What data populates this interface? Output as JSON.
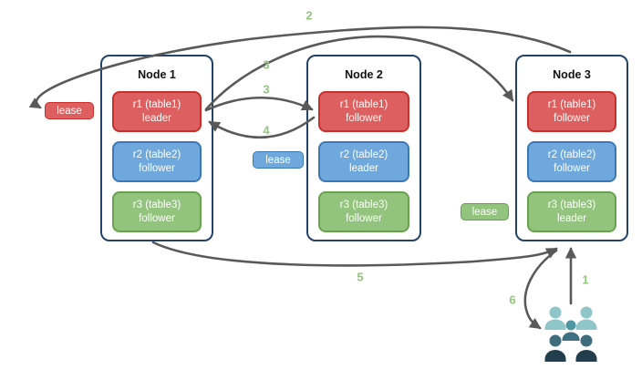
{
  "nodes": [
    {
      "title": "Node 1",
      "replicas": [
        {
          "name": "r1 (table1)",
          "role": "leader",
          "color": "red"
        },
        {
          "name": "r2 (table2)",
          "role": "follower",
          "color": "blue"
        },
        {
          "name": "r3 (table3)",
          "role": "follower",
          "color": "green"
        }
      ]
    },
    {
      "title": "Node 2",
      "replicas": [
        {
          "name": "r1 (table1)",
          "role": "follower",
          "color": "red"
        },
        {
          "name": "r2 (table2)",
          "role": "leader",
          "color": "blue"
        },
        {
          "name": "r3 (table3)",
          "role": "follower",
          "color": "green"
        }
      ]
    },
    {
      "title": "Node 3",
      "replicas": [
        {
          "name": "r1 (table1)",
          "role": "follower",
          "color": "red"
        },
        {
          "name": "r2 (table2)",
          "role": "follower",
          "color": "blue"
        },
        {
          "name": "r3 (table3)",
          "role": "leader",
          "color": "green"
        }
      ]
    }
  ],
  "leases": [
    {
      "label": "lease",
      "color": "red"
    },
    {
      "label": "lease",
      "color": "blue"
    },
    {
      "label": "lease",
      "color": "green"
    }
  ],
  "steps": [
    {
      "label": "1"
    },
    {
      "label": "2"
    },
    {
      "label": "3"
    },
    {
      "label": "3"
    },
    {
      "label": "4"
    },
    {
      "label": "5"
    },
    {
      "label": "6"
    }
  ],
  "icons": {
    "clients": "users-icon"
  },
  "colors": {
    "red_fill": "#dd5f5f",
    "red_border": "#c7302b",
    "blue_fill": "#6fa8dc",
    "blue_border": "#3c78b5",
    "green_fill": "#93c47d",
    "green_border": "#69a24f",
    "node_border": "#23436b",
    "arrow": "#595959",
    "step_label": "#93c47d",
    "users_light": "#8fc6c9",
    "users_mid": "#4f96a3",
    "users_dark": "#223d4b"
  }
}
